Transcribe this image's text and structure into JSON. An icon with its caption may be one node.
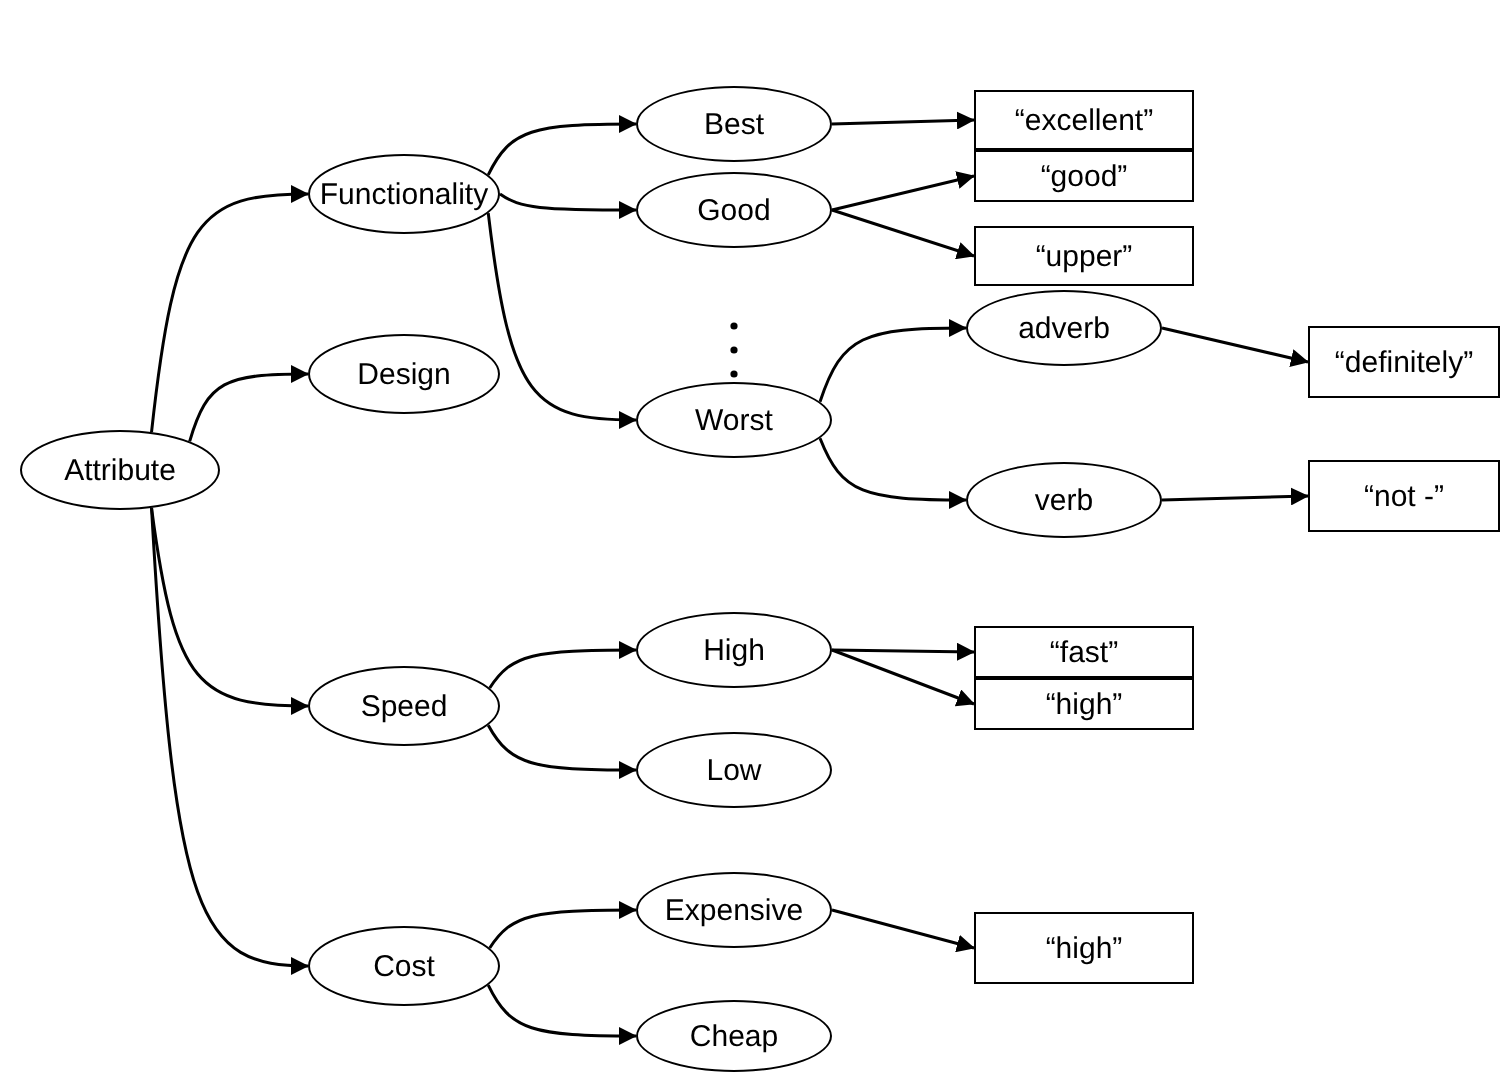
{
  "diagram": {
    "nodes": [
      {
        "text": [
          "Attribute"
        ]
      },
      {
        "text": [
          "Functionality"
        ]
      },
      {
        "text": [
          "Design"
        ]
      },
      {
        "text": [
          "Speed"
        ]
      },
      {
        "text": [
          "Cost"
        ]
      },
      {
        "text": [
          "Best"
        ]
      },
      {
        "text": [
          "Good"
        ]
      },
      {
        "text": [
          "Worst"
        ]
      },
      {
        "text": [
          "adverb"
        ]
      },
      {
        "text": [
          "verb"
        ]
      },
      {
        "text": [
          "High"
        ]
      },
      {
        "text": [
          "Low"
        ]
      },
      {
        "text": [
          "Expensive"
        ]
      },
      {
        "text": [
          "Cheap"
        ]
      },
      {
        "text": [
          "“excellent”"
        ]
      },
      {
        "text": [
          "“good”"
        ]
      },
      {
        "text": [
          "“upper”"
        ]
      },
      {
        "text": [
          "“definitely”"
        ]
      },
      {
        "text": [
          "“not -”"
        ]
      },
      {
        "text": [
          "“fast”"
        ]
      },
      {
        "text": [
          "“high”"
        ]
      },
      {
        "text": [
          "“high”"
        ]
      }
    ],
    "edges": [
      {
        "from": 0,
        "to": 1,
        "arrow": "to"
      },
      {
        "from": 0,
        "to": 2,
        "arrow": "to"
      },
      {
        "from": 0,
        "to": 3,
        "arrow": "to"
      },
      {
        "from": 0,
        "to": 4,
        "arrow": "to"
      },
      {
        "from": 1,
        "to": 5,
        "arrow": "to"
      },
      {
        "from": 1,
        "to": 6,
        "arrow": "to"
      },
      {
        "from": 1,
        "to": 7,
        "arrow": "to"
      },
      {
        "from": 5,
        "to": 14,
        "arrow": "to"
      },
      {
        "from": 6,
        "to": 15,
        "arrow": "to"
      },
      {
        "from": 6,
        "to": 16,
        "arrow": "to"
      },
      {
        "from": 7,
        "to": 8,
        "arrow": "to"
      },
      {
        "from": 7,
        "to": 9,
        "arrow": "to"
      },
      {
        "from": 8,
        "to": 17,
        "arrow": "to"
      },
      {
        "from": 9,
        "to": 18,
        "arrow": "to"
      },
      {
        "from": 3,
        "to": 10,
        "arrow": "to"
      },
      {
        "from": 3,
        "to": 11,
        "arrow": "to"
      },
      {
        "from": 10,
        "to": 19,
        "arrow": "to"
      },
      {
        "from": 10,
        "to": 20,
        "arrow": "to"
      },
      {
        "from": 4,
        "to": 12,
        "arrow": "to"
      },
      {
        "from": 4,
        "to": 13,
        "arrow": "to"
      },
      {
        "from": 12,
        "to": 21,
        "arrow": "to"
      }
    ]
  }
}
